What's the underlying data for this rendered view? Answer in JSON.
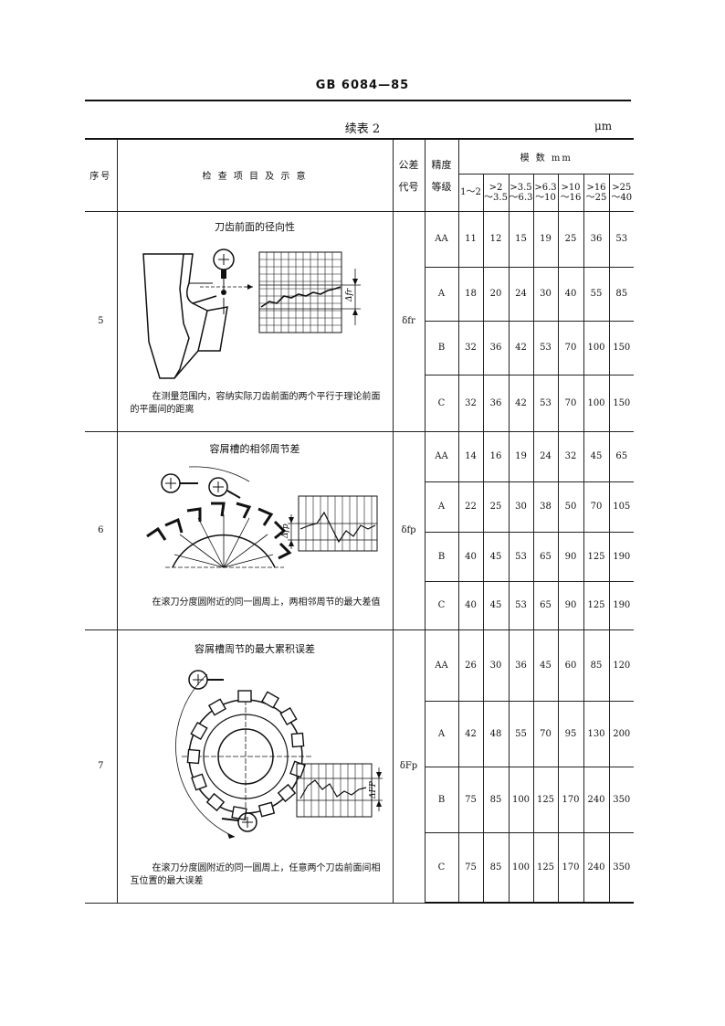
{
  "header": {
    "standard_code": "GB 6084—85"
  },
  "table": {
    "title": "续表 2",
    "unit": "μm",
    "columns": {
      "seq": "序号",
      "item": "检 查 项 目 及 示 意",
      "symbol_line1": "公差",
      "symbol_line2": "代号",
      "grade_line1": "精度",
      "grade_line2": "等级",
      "module": "模  数  mm",
      "module_ranges": [
        {
          "top": "",
          "bottom": "1～2"
        },
        {
          "top": ">2",
          "bottom": "～3.5"
        },
        {
          "top": ">3.5",
          "bottom": "～6.3"
        },
        {
          "top": ">6.3",
          "bottom": "～10"
        },
        {
          "top": ">10",
          "bottom": "～16"
        },
        {
          "top": ">16",
          "bottom": "～25"
        },
        {
          "top": ">25",
          "bottom": "～40"
        }
      ]
    },
    "rows": [
      {
        "seq": "5",
        "title": "刀齿前面的径向性",
        "desc": "在测量范围内，容纳实际刀齿前面的两个平行于理论前面的平面间的距离",
        "diagram_label": "Δfr",
        "symbol": "δfr",
        "grades": [
          {
            "grade": "AA",
            "values": [
              "11",
              "12",
              "15",
              "19",
              "25",
              "36",
              "53"
            ]
          },
          {
            "grade": "A",
            "values": [
              "18",
              "20",
              "24",
              "30",
              "40",
              "55",
              "85"
            ]
          },
          {
            "grade": "B",
            "values": [
              "32",
              "36",
              "42",
              "53",
              "70",
              "100",
              "150"
            ]
          },
          {
            "grade": "C",
            "values": [
              "32",
              "36",
              "42",
              "53",
              "70",
              "100",
              "150"
            ]
          }
        ]
      },
      {
        "seq": "6",
        "title": "容屑槽的相邻周节差",
        "desc": "在滚刀分度圆附近的同一圆周上，两相邻周节的最大差值",
        "diagram_label": "Δfp",
        "symbol": "δfp",
        "grades": [
          {
            "grade": "AA",
            "values": [
              "14",
              "16",
              "19",
              "24",
              "32",
              "45",
              "65"
            ]
          },
          {
            "grade": "A",
            "values": [
              "22",
              "25",
              "30",
              "38",
              "50",
              "70",
              "105"
            ]
          },
          {
            "grade": "B",
            "values": [
              "40",
              "45",
              "53",
              "65",
              "90",
              "125",
              "190"
            ]
          },
          {
            "grade": "C",
            "values": [
              "40",
              "45",
              "53",
              "65",
              "90",
              "125",
              "190"
            ]
          }
        ]
      },
      {
        "seq": "7",
        "title": "容屑槽周节的最大累积误差",
        "desc": "在滚刀分度圆附近的同一圆周上，任意两个刀齿前面间相互位置的最大误差",
        "diagram_label": "ΔFP",
        "symbol": "δFp",
        "grades": [
          {
            "grade": "AA",
            "values": [
              "26",
              "30",
              "36",
              "45",
              "60",
              "85",
              "120"
            ]
          },
          {
            "grade": "A",
            "values": [
              "42",
              "48",
              "55",
              "70",
              "95",
              "130",
              "200"
            ]
          },
          {
            "grade": "B",
            "values": [
              "75",
              "85",
              "100",
              "125",
              "170",
              "240",
              "350"
            ]
          },
          {
            "grade": "C",
            "values": [
              "75",
              "85",
              "100",
              "125",
              "170",
              "240",
              "350"
            ]
          }
        ]
      }
    ]
  }
}
